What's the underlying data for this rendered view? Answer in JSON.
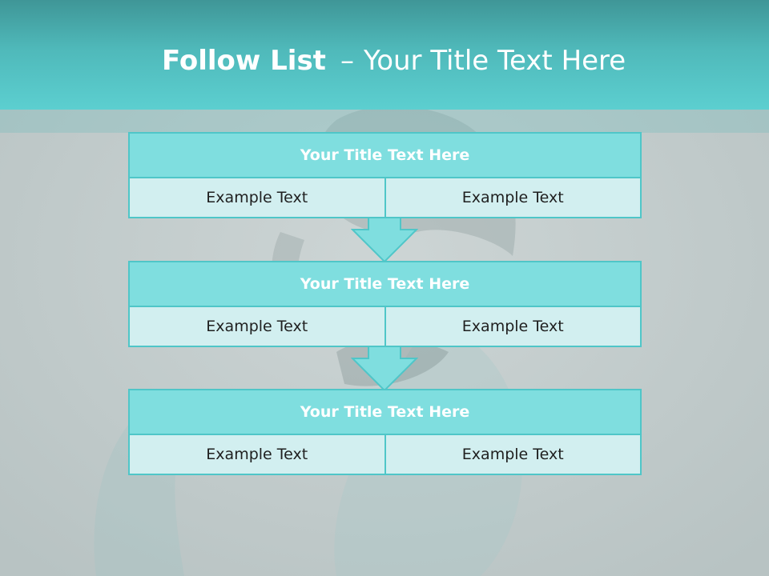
{
  "slide": {
    "title_bold": "Follow List",
    "title_sep": "–",
    "title_rest": "Your Title Text Here"
  },
  "blocks": [
    {
      "title": "Your Title Text Here",
      "left_text": "Example Text",
      "right_text": "Example Text"
    },
    {
      "title": "Your Title Text Here",
      "left_text": "Example Text",
      "right_text": "Example Text"
    },
    {
      "title": "Your Title Text Here",
      "left_text": "Example Text",
      "right_text": "Example Text"
    }
  ],
  "colors": {
    "header": "#5ccfd0",
    "block_border": "#4fc6c8",
    "block_title_fill": "#7fdedf",
    "block_cell_fill": "#d2eff0",
    "arrow_fill": "#7fdedf"
  }
}
